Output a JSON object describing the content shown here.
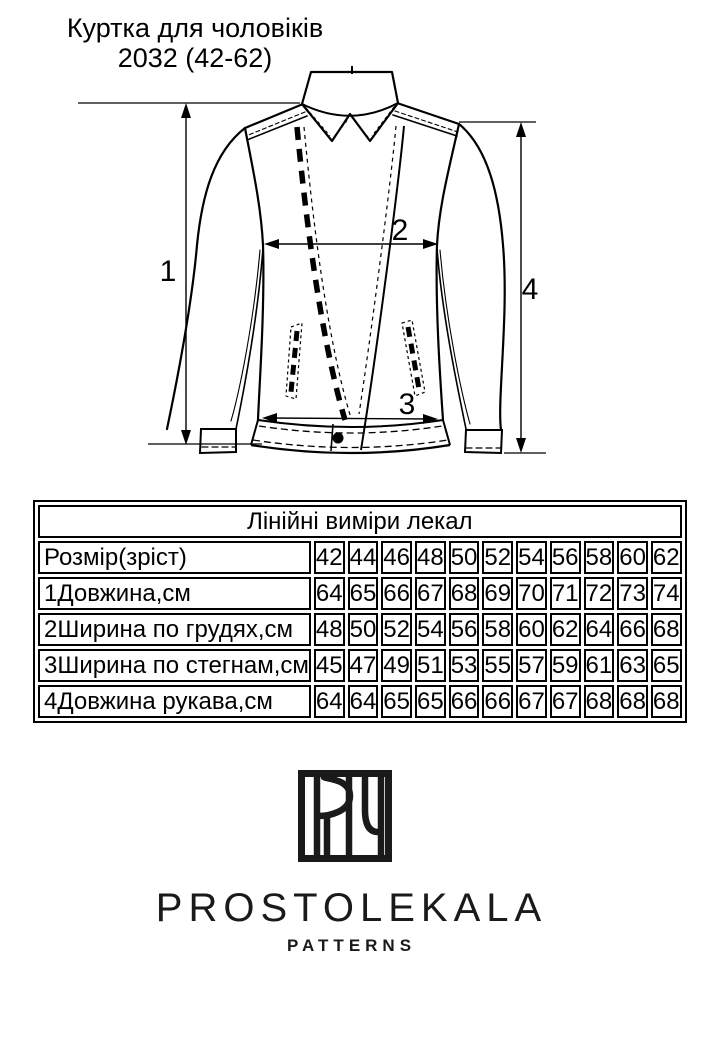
{
  "page": {
    "title_line1": "Куртка для чоловіків",
    "title_line2": "2032 (42-62)"
  },
  "diagram": {
    "labels": {
      "length": "1",
      "chest_width": "2",
      "hip_width": "3",
      "sleeve_length": "4"
    }
  },
  "table": {
    "title": "Лінійні виміри лекал",
    "size_row_label": "Розмір(зріст)",
    "sizes": [
      "42",
      "44",
      "46",
      "48",
      "50",
      "52",
      "54",
      "56",
      "58",
      "60",
      "62"
    ],
    "rows": [
      {
        "label": "1Довжина,см",
        "values": [
          "64",
          "65",
          "66",
          "67",
          "68",
          "69",
          "70",
          "71",
          "72",
          "73",
          "74"
        ]
      },
      {
        "label": "2Ширина по грудях,см",
        "values": [
          "48",
          "50",
          "52",
          "54",
          "56",
          "58",
          "60",
          "62",
          "64",
          "66",
          "68"
        ]
      },
      {
        "label": "3Ширина по стегнам,см",
        "values": [
          "45",
          "47",
          "49",
          "51",
          "53",
          "55",
          "57",
          "59",
          "61",
          "63",
          "65"
        ]
      },
      {
        "label": "4Довжина рукава,см",
        "values": [
          "64",
          "64",
          "65",
          "65",
          "66",
          "66",
          "67",
          "67",
          "68",
          "68",
          "68"
        ]
      }
    ]
  },
  "logo": {
    "brand": "PROSTOLEKALA",
    "subtitle": "PATTERNS"
  },
  "colors": {
    "ink": "#000000",
    "background": "#ffffff"
  }
}
